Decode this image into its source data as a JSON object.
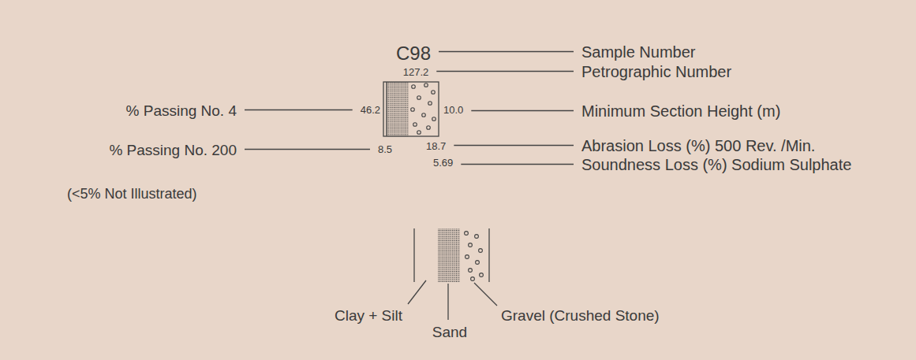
{
  "diagram": {
    "labels": [
      "C98",
      "127.2",
      "Sample Number",
      "Petrographic Number",
      "% Passing No. 4",
      "46.2",
      "10.0",
      "Minimum Section Height (m)",
      "% Passing No. 200",
      "8.5",
      "18.7",
      "Abrasion Loss (%) 500 Rev. /Min.",
      "5.69",
      "Soundness Loss (%) Sodium Sulphate",
      "(<5% Not Illustrated)"
    ],
    "legend": [
      {
        "text": "Clay + Silt"
      },
      {
        "text": "Sand"
      },
      {
        "text": "Gravel (Crushed Stone)"
      }
    ]
  }
}
